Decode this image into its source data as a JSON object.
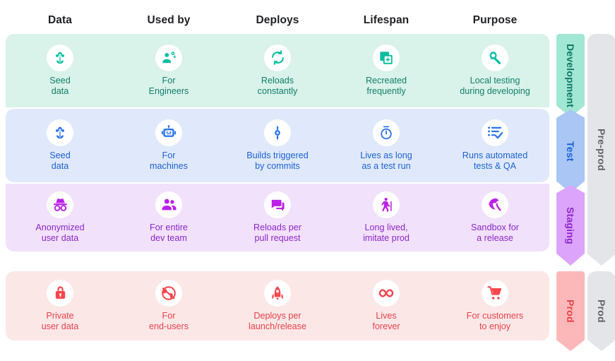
{
  "columns": [
    {
      "label": "Data"
    },
    {
      "label": "Used by"
    },
    {
      "label": "Deploys"
    },
    {
      "label": "Lifespan"
    },
    {
      "label": "Purpose"
    }
  ],
  "rows": [
    {
      "env": "Development",
      "accent": "#11806a",
      "band_bg": "#d9f2ea",
      "rail_bg": "#a2e6d4",
      "cells": [
        {
          "icon": "seed-flower-icon",
          "label": "Seed\ndata"
        },
        {
          "icon": "engineer-gear-icon",
          "label": "For\nEngineers"
        },
        {
          "icon": "refresh-cycle-icon",
          "label": "Reloads\nconstantly"
        },
        {
          "icon": "add-copy-icon",
          "label": "Recreated\nfrequently"
        },
        {
          "icon": "wrench-icon",
          "label": "Local testing\nduring developing"
        }
      ]
    },
    {
      "env": "Test",
      "accent": "#1a62d6",
      "band_bg": "#e0e9fb",
      "rail_bg": "#a9c6f5",
      "cells": [
        {
          "icon": "seed-flower-icon",
          "label": "Seed\ndata"
        },
        {
          "icon": "robot-icon",
          "label": "For\nmachines"
        },
        {
          "icon": "commit-icon",
          "label": "Builds triggered\nby commits"
        },
        {
          "icon": "stopwatch-icon",
          "label": "Lives as long\nas a test run"
        },
        {
          "icon": "checklist-check-icon",
          "label": "Runs automated\ntests & QA"
        }
      ]
    },
    {
      "env": "Staging",
      "accent": "#8b27c9",
      "band_bg": "#f2e1fb",
      "rail_bg": "#dda4fb",
      "cells": [
        {
          "icon": "incognito-icon",
          "label": "Anonymized\nuser data"
        },
        {
          "icon": "people-group-icon",
          "label": "For entire\ndev team"
        },
        {
          "icon": "chat-bubbles-icon",
          "label": "Reloads per\npull request"
        },
        {
          "icon": "elderly-walk-icon",
          "label": "Long lived,\nimitate prod"
        },
        {
          "icon": "beach-umbrella-icon",
          "label": "Sandbox for\na release"
        }
      ]
    },
    {
      "env": "Prod",
      "accent": "#e8424a",
      "band_bg": "#fce7e7",
      "rail_bg": "#fcb8b8",
      "cells": [
        {
          "icon": "lock-icon",
          "label": "Private\nuser data"
        },
        {
          "icon": "globe-icon",
          "label": "For\nend-users"
        },
        {
          "icon": "rocket-icon",
          "label": "Deploys per\nlaunch/release"
        },
        {
          "icon": "infinity-icon",
          "label": "Lives\nforever"
        },
        {
          "icon": "cart-icon",
          "label": "For customers\nto enjoy"
        }
      ]
    }
  ],
  "rails": {
    "inner": [
      {
        "label": "Development"
      },
      {
        "label": "Test"
      },
      {
        "label": "Staging"
      },
      {
        "label": "Prod"
      }
    ],
    "outer": [
      {
        "label": "Pre-prod",
        "color": "#5f6368"
      },
      {
        "label": "Prod",
        "color": "#5f6368"
      }
    ]
  }
}
